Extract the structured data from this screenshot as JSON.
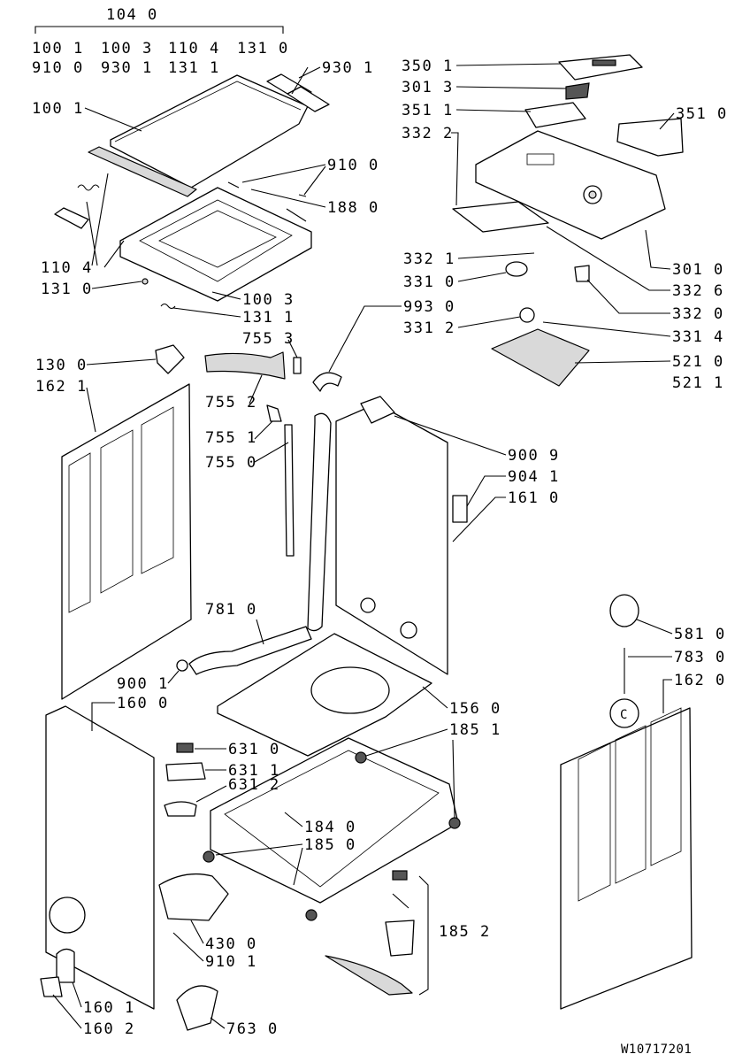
{
  "labels": {
    "l1040": "104 0",
    "l1001a": "100 1",
    "l1003a": "100 3",
    "l1104a": "110 4",
    "l1310a": "131 0",
    "l9100a": "910 0",
    "l9301a": "930 1",
    "l1311a": "131 1",
    "l9301b": "930 1",
    "l1001b": "100 1",
    "l9100b": "910 0",
    "l1880": "188 0",
    "l1104b": "110 4",
    "l1310b": "131 0",
    "l1003b": "100 3",
    "l1311b": "131 1",
    "l7553": "755 3",
    "l1300": "130 0",
    "l1621": "162 1",
    "l7552": "755 2",
    "l7551": "755 1",
    "l7550": "755 0",
    "l3501": "350 1",
    "l3013": "301 3",
    "l3511": "351 1",
    "l3510": "351 0",
    "l3322": "332 2",
    "l3321": "332 1",
    "l3310": "331 0",
    "l3010": "301 0",
    "l3326": "332 6",
    "l9930": "993 0",
    "l3320": "332 0",
    "l3312": "331 2",
    "l3314": "331 4",
    "l5210": "521 0",
    "l5211": "521 1",
    "l9009": "900 9",
    "l9041": "904 1",
    "l1610": "161 0",
    "l7810": "781 0",
    "l5810": "581 0",
    "l7830": "783 0",
    "l9001": "900 1",
    "l1600": "160 0",
    "l1620": "162 0",
    "l1560": "156 0",
    "l1851": "185 1",
    "l6310": "631 0",
    "l6311": "631 1",
    "l6312": "631 2",
    "l1840": "184 0",
    "l1850": "185 0",
    "l1852": "185 2",
    "l4300": "430 0",
    "l9101": "910 1",
    "l1601": "160 1",
    "l1602": "160 2",
    "l7630": "763 0",
    "docref": "W10717201"
  },
  "sticker_letter": "C"
}
